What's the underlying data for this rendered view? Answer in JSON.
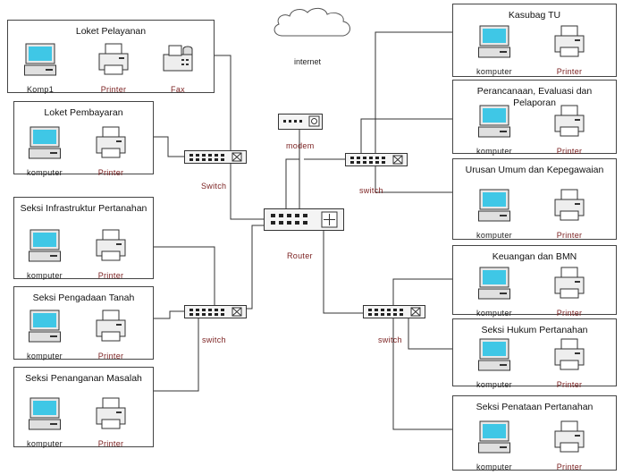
{
  "diagram": {
    "internet_label": "internet",
    "modem_label": "modem",
    "router_label": "Router",
    "switch_label": "Switch",
    "switch_label_lower": "switch",
    "left_boxes": [
      {
        "title": "Loket Pelayanan",
        "devices": [
          "Komp1",
          "Printer",
          "Fax"
        ]
      },
      {
        "title": "Loket Pembayaran",
        "devices": [
          "komputer",
          "Printer"
        ]
      },
      {
        "title": "Seksi Infrastruktur Pertanahan",
        "devices": [
          "komputer",
          "Printer"
        ]
      },
      {
        "title": "Seksi Pengadaan Tanah",
        "devices": [
          "komputer",
          "Printer"
        ]
      },
      {
        "title": "Seksi Penanganan Masalah",
        "devices": [
          "komputer",
          "Printer"
        ]
      }
    ],
    "right_boxes": [
      {
        "title": "Kasubag TU",
        "devices": [
          "komputer",
          "Printer"
        ]
      },
      {
        "title": "Perancanaan, Evaluasi dan Pelaporan",
        "devices": [
          "komputer",
          "Printer"
        ]
      },
      {
        "title": "Urusan Umum dan Kepegawaian",
        "devices": [
          "komputer",
          "Printer"
        ]
      },
      {
        "title": "Keuangan dan BMN",
        "devices": [
          "komputer",
          "Printer"
        ]
      },
      {
        "title": "Seksi Hukum Pertanahan",
        "devices": [
          "komputer",
          "Printer"
        ]
      },
      {
        "title": "Seksi Penataan Pertanahan",
        "devices": [
          "komputer",
          "Printer"
        ]
      }
    ]
  }
}
